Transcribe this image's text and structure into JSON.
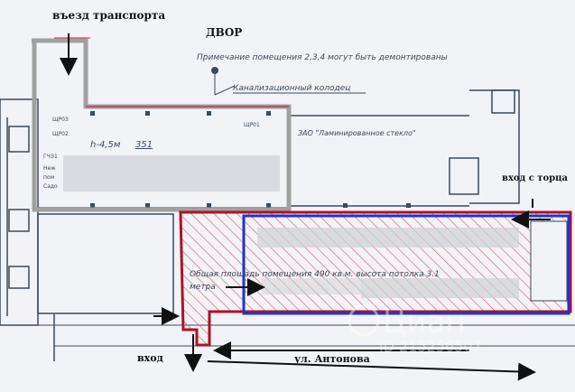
{
  "labels": {
    "transport_entry": "въезд транспорта",
    "yard": "ДВОР",
    "note": "Примечание помещения 2,3,4 могут быть демонтированы",
    "sewer_well": "Канализационный колодец",
    "height_label": "h-4,5м",
    "room_number": "351",
    "company": "ЗАО \"Ламинированное стекло\"",
    "side_entry": "вход с торца",
    "area_text_line1": "Общая площадь помещения 490 кв.м. высота потолка 3.1",
    "area_text_line2": "метра",
    "entrance": "вход",
    "street": "ул. Антонова",
    "rooms_left": [
      "ЩР03",
      "ЩР02",
      "ГЧЭ1",
      "Неж",
      "пом",
      "Садо"
    ],
    "room_right": "ЩР01",
    "watermark_brand": "Циан",
    "watermark_id": "ID 215256507"
  },
  "colors": {
    "wall": "#3d4a5a",
    "outline_gray": "#a0a0a0",
    "red": "#b0102a",
    "blue": "#2233cc",
    "hatch": "#e06070",
    "arrow": "#111111"
  }
}
